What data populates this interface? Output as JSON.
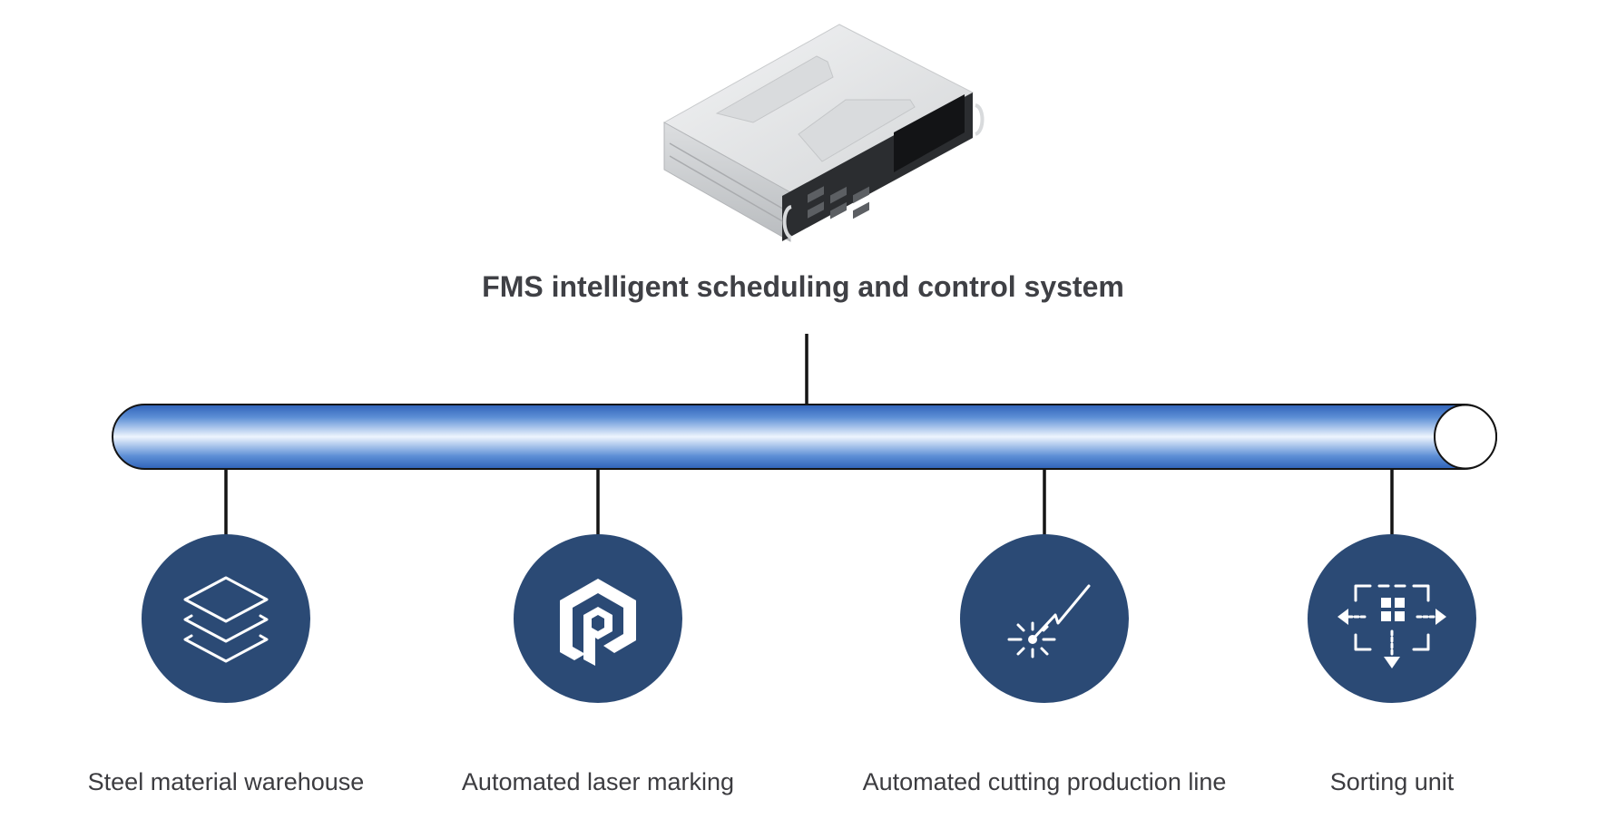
{
  "system": {
    "title": "FMS intelligent scheduling and control system",
    "image_icon": "rack-server-icon"
  },
  "bus": {
    "icon": "pipe-bus-icon"
  },
  "nodes": [
    {
      "label": "Steel material warehouse",
      "icon": "stacked-layers-icon"
    },
    {
      "label": "Automated laser marking",
      "icon": "hexagon-p-logo-icon"
    },
    {
      "label": "Automated cutting production line",
      "icon": "laser-cut-spark-icon"
    },
    {
      "label": "Sorting unit",
      "icon": "sorting-grid-arrows-icon"
    }
  ],
  "colors": {
    "node_fill": "#2b4a75",
    "bus_dark": "#2f62b8",
    "bus_light": "#eaf2fd",
    "title_text": "#3f4045",
    "label_text": "#3c3c40"
  }
}
